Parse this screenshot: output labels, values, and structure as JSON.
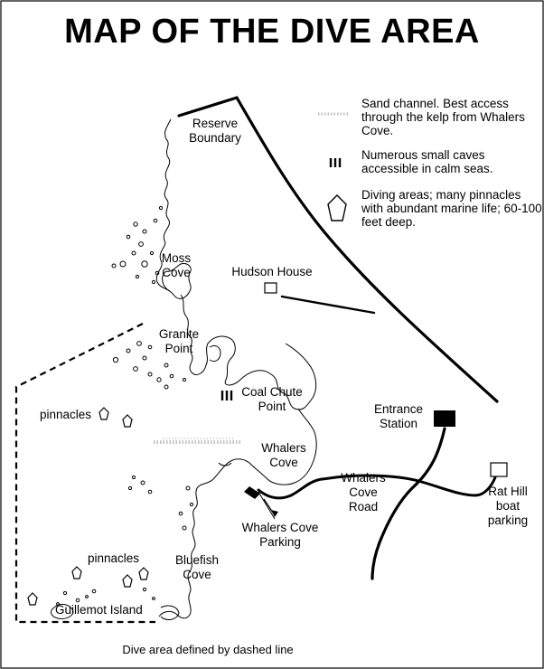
{
  "title": "MAP OF THE DIVE AREA",
  "legend": {
    "sand_channel": "Sand channel. Best access through the kelp from Whalers Cove.",
    "caves": "Numerous small caves accessible in calm seas.",
    "diving_areas": "Diving areas; many pinnacles with abundant marine life; 60-100 feet deep."
  },
  "labels": {
    "reserve_boundary_1": "Reserve",
    "reserve_boundary_2": "Boundary",
    "moss_cove_1": "Moss",
    "moss_cove_2": "Cove",
    "hudson_house": "Hudson House",
    "granite_point_1": "Granite",
    "granite_point_2": "Point",
    "coal_chute_1": "Coal Chute",
    "coal_chute_2": "Point",
    "entrance_1": "Entrance",
    "entrance_2": "Station",
    "pinnacles_north": "pinnacles",
    "whalers_cove_1": "Whalers",
    "whalers_cove_2": "Cove",
    "whalers_road_1": "Whalers",
    "whalers_road_2": "Cove",
    "whalers_road_3": "Road",
    "rat_hill_1": "Rat Hill",
    "rat_hill_2": "boat",
    "rat_hill_3": "parking",
    "whalers_parking_1": "Whalers Cove",
    "whalers_parking_2": "Parking",
    "pinnacles_south": "pinnacles",
    "bluefish_1": "Bluefish",
    "bluefish_2": "Cove",
    "guillemot": "Guillemot Island"
  },
  "footer": "Dive area defined by dashed line",
  "icons": [
    "sand-channel-icon",
    "caves-icon",
    "pinnacle-icon"
  ],
  "colors": {
    "ink": "#000000",
    "paper": "#ffffff",
    "sand": "#bfbfbf"
  }
}
